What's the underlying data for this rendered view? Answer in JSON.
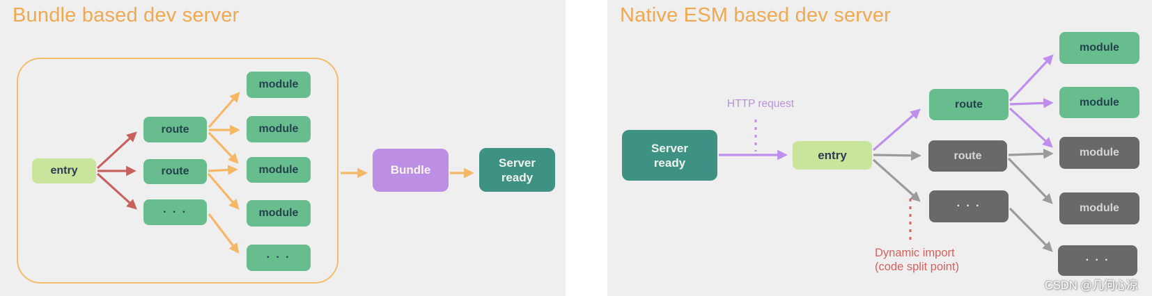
{
  "left_panel": {
    "title": "Bundle based dev server",
    "entry_label": "entry",
    "routes": [
      "route",
      "route",
      "· · ·"
    ],
    "modules": [
      "module",
      "module",
      "module",
      "module",
      "· · ·"
    ],
    "bundle_label": "Bundle",
    "server_ready": {
      "line1": "Server",
      "line2": "ready"
    }
  },
  "right_panel": {
    "title": "Native ESM based dev server",
    "server_ready": {
      "line1": "Server",
      "line2": "ready"
    },
    "http_request_label": "HTTP request",
    "entry_label": "entry",
    "routes": [
      "route",
      "route",
      "· · ·"
    ],
    "modules": [
      "module",
      "module",
      "module",
      "module",
      "· · ·"
    ],
    "dynamic_import_label": {
      "line1": "Dynamic import",
      "line2": "(code split point)"
    }
  },
  "watermark": "CSDN @几何心凉",
  "colors": {
    "panel_background": "#efefef",
    "gutter_background": "#ffffff",
    "title_orange": "#f0a851",
    "scope_border_orange": "#f6bb68",
    "arrow_orange": "#f6b765",
    "arrow_red": "#c9605e",
    "arrow_gray": "#9b9b9b",
    "arrow_purple": "#be8eec",
    "box_green": "#67bd8d",
    "box_entry_green": "#c9e49b",
    "box_purple": "#bc8ee4",
    "box_teal": "#3e9284",
    "box_gray": "#696969",
    "label_purple": "#b98fde",
    "label_red": "#d5625e",
    "text_dark": "#24424e",
    "text_light": "#f2f3ef"
  }
}
